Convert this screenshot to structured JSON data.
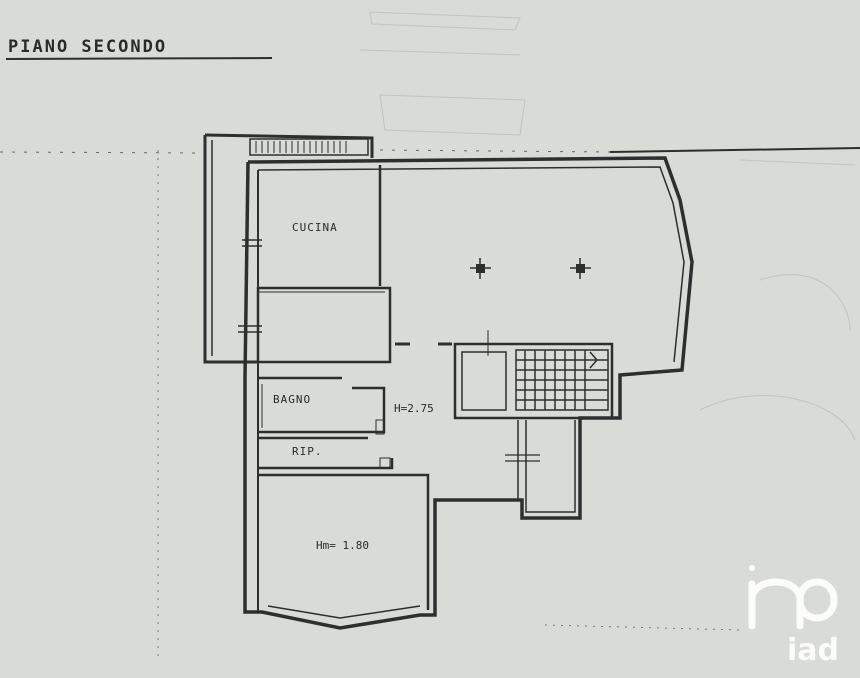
{
  "title": "PIANO SECONDO",
  "rooms": {
    "kitchen": "CUCINA",
    "bathroom": "BAGNO",
    "storage": "RIP.",
    "living_height": "Hm= 1.80"
  },
  "height_note": "H=2.75",
  "watermark": {
    "brand": "iad"
  },
  "colors": {
    "paper": "#d9dbd6",
    "ink": "#2e2e2e",
    "watermark": "#ffffff"
  }
}
